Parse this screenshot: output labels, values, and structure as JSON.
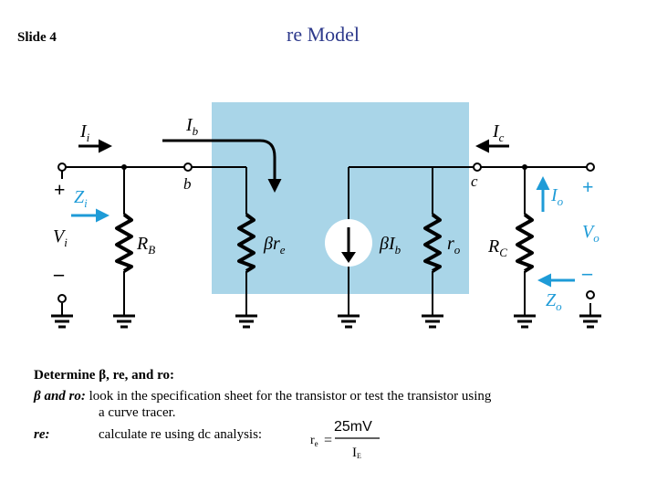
{
  "slide": {
    "number": "Slide 4",
    "title": "re Model"
  },
  "diagram": {
    "labels": {
      "Ii": "I",
      "Ii_sub": "i",
      "Ib": "I",
      "Ib_sub": "b",
      "Ic": "I",
      "Ic_sub": "c",
      "b": "b",
      "c": "c",
      "Zi": "Z",
      "Zi_sub": "i",
      "Vi": "V",
      "Vi_sub": "i",
      "RB": "R",
      "RB_sub": "B",
      "bre": "βr",
      "bre_sub": "e",
      "bIb": "βI",
      "bIb_sub": "b",
      "ro": "r",
      "ro_sub": "o",
      "RC": "R",
      "RC_sub": "C",
      "Io": "I",
      "Io_sub": "o",
      "Vo": "V",
      "Vo_sub": "o",
      "Zo": "Z",
      "Zo_sub": "o",
      "plus_in": "+",
      "minus_in": "–",
      "plus_out": "+",
      "minus_out": "–"
    },
    "colors": {
      "box": "#a9d5e8",
      "arrow": "#1e9bd7",
      "wire": "#000000"
    }
  },
  "text": {
    "line1_lead": "Determine ",
    "line1_beta": "β",
    "line1_rest": ", re, and ro:",
    "line2_beta": "β",
    "line2_label": " and ro:",
    "line2_body": " look in the specification sheet for the transistor or test the transistor using",
    "line3": "a curve tracer.",
    "line4_label": "re:",
    "line4_body": "calculate re using dc analysis:",
    "formula_lhs": "r",
    "formula_lhs_sub": "e",
    "formula_eq": "=",
    "formula_num": "25mV",
    "formula_den": "I",
    "formula_den_sub": "E"
  }
}
